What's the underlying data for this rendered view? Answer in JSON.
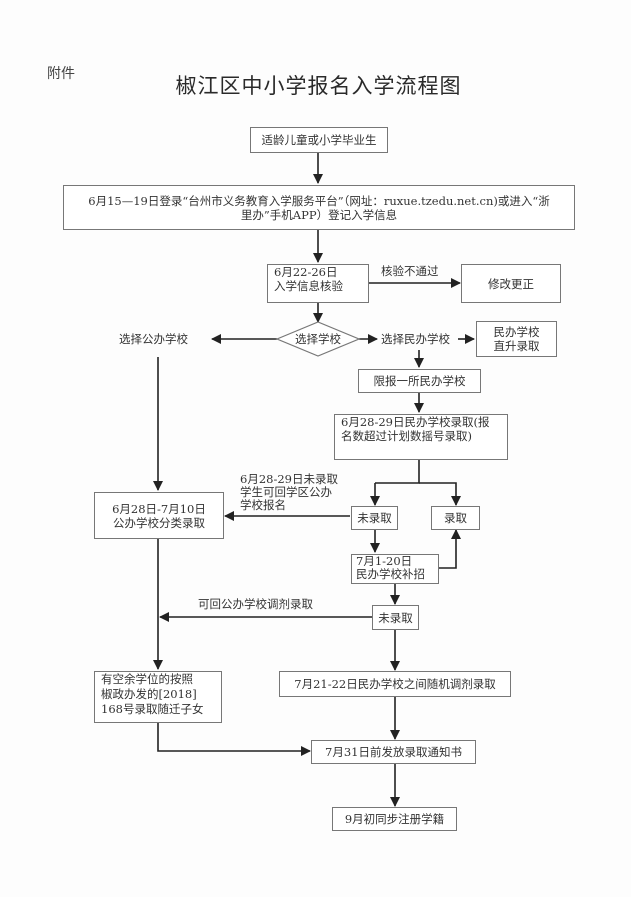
{
  "header": {
    "attachment_label": "附件",
    "title": "椒江区中小学报名入学流程图"
  },
  "nodes": {
    "start": "适龄儿童或小学毕业生",
    "register_line1": "6月15—19日登录“台州市义务教育入学服务平台”（网址：ruxue.tzedu.net.cn)或进入“浙",
    "register_line2": "里办”手机APP）登记入学信息",
    "verify_line1": "6月22-26日",
    "verify_line2": "入学信息核验",
    "correct": "修改更正",
    "choose_school": "选择学校",
    "choose_public": "选择公办学校",
    "choose_private": "选择民办学校",
    "private_direct_line1": "民办学校",
    "private_direct_line2": "直升录取",
    "limit_one": "限报一所民办学校",
    "private_admit_line1": "6月28-29日民办学校录取(报",
    "private_admit_line2": "名数超过计划数摇号录取)",
    "public_admit_line1": "6月28日-7月10日",
    "public_admit_line2": "公办学校分类录取",
    "not_admitted_1": "未录取",
    "admitted": "录取",
    "supplement_line1": "7月1-20日",
    "supplement_line2": "民办学校补招",
    "not_admitted_2": "未录取",
    "migrant_line1": "有空余学位的按照",
    "migrant_line2": "椒政办发的[2018]",
    "migrant_line3": "168号录取随迁子女",
    "random_adjust": "7月21-22日民办学校之间随机调剂录取",
    "notice": "7月31日前发放录取通知书",
    "register_status": "9月初同步注册学籍"
  },
  "edge_labels": {
    "verify_fail": "核验不通过",
    "back_to_public_line1": "6月28-29日未录取",
    "back_to_public_line2": "学生可回学区公办",
    "back_to_public_line3": "学校报名",
    "public_adjust": "可回公办学校调剂录取"
  }
}
